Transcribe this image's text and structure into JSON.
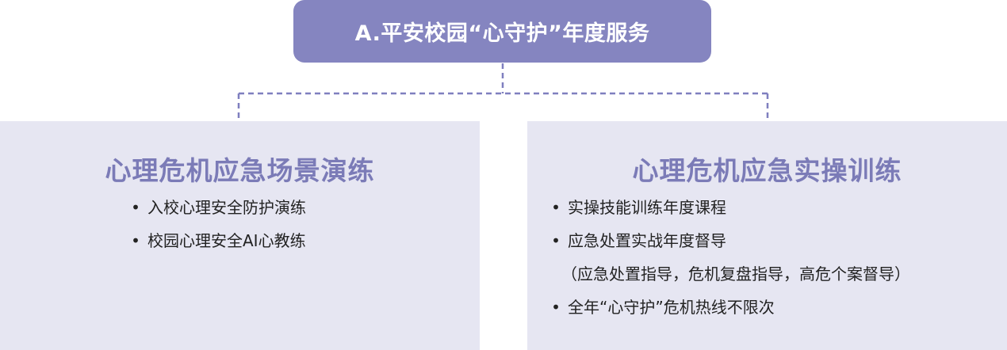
{
  "top": {
    "title": "A.平安校园“心守护”年度服务"
  },
  "left_panel": {
    "title": "心理危机应急场景演练",
    "items": [
      "入校心理安全防护演练",
      "校园心理安全AI心教练"
    ]
  },
  "right_panel": {
    "title": "心理危机应急实操训练",
    "items": [
      "实操技能训练年度课程",
      "应急处置实战年度督导",
      "（应急处置指导，危机复盘指导，高危个案督导）",
      "全年“心守护”危机热线不限次"
    ]
  },
  "bullet_glyph": "•",
  "colors": {
    "header_fill": "#8585c0",
    "panel_fill": "#e6e6f2",
    "title_text": "#7b7bb7",
    "connector": "#7f7fbf"
  }
}
